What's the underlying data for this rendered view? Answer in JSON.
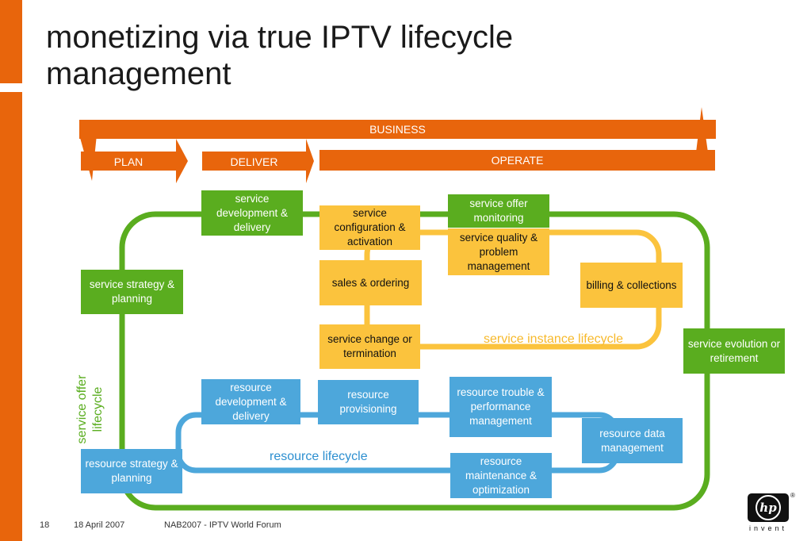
{
  "title": "monetizing via true IPTV lifecycle management",
  "phases": {
    "business": "BUSINESS",
    "plan": "PLAN",
    "deliver": "DELIVER",
    "operate": "OPERATE"
  },
  "boxes": {
    "service_development": "service development & delivery",
    "service_strategy": "service strategy & planning",
    "service_configuration": "service configuration & activation",
    "sales_ordering": "sales & ordering",
    "service_change": "service change or termination",
    "service_offer_monitoring": "service offer monitoring",
    "service_quality": "service quality & problem management",
    "billing": "billing & collections",
    "service_evolution": "service evolution or retirement",
    "resource_development": "resource development & delivery",
    "resource_provisioning": "resource provisioning",
    "resource_trouble": "resource trouble & performance management",
    "resource_data": "resource data management",
    "resource_strategy": "resource strategy & planning",
    "resource_maintenance": "resource maintenance & optimization"
  },
  "loop_labels": {
    "service_instance": "service instance lifecycle",
    "resource": "resource lifecycle",
    "service_offer": "service offer lifecycle"
  },
  "colors": {
    "orange": "#e8650c",
    "green": "#5aad1f",
    "yellow": "#fbc33d",
    "blue": "#4da7db"
  },
  "footer": {
    "page": "18",
    "date": "18 April 2007",
    "event": "NAB2007 - IPTV World Forum"
  },
  "logo": {
    "mark": "hp",
    "tagline": "invent",
    "registered": "®"
  }
}
